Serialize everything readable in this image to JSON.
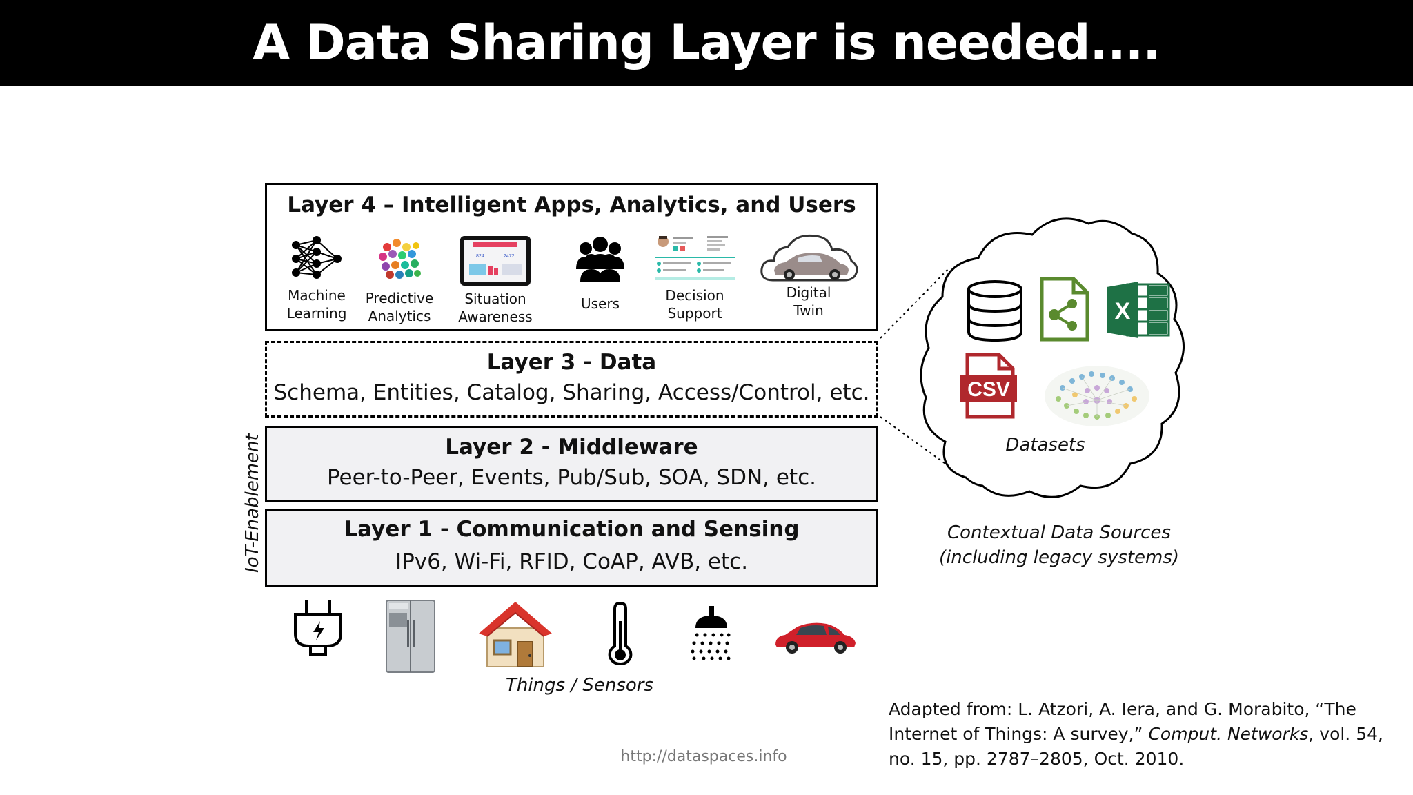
{
  "title": "A Data Sharing Layer is needed....",
  "layers": {
    "layer4": {
      "title": "Layer 4 – Intelligent Apps, Analytics, and Users"
    },
    "layer3": {
      "title": "Layer 3 - Data",
      "subtitle": "Schema, Entities, Catalog, Sharing, Access/Control, etc."
    },
    "layer2": {
      "title": "Layer 2 - Middleware",
      "subtitle": "Peer-to-Peer, Events, Pub/Sub, SOA, SDN,  etc."
    },
    "layer1": {
      "title": "Layer 1 - Communication and Sensing",
      "subtitle": "IPv6, Wi-Fi, RFID, CoAP, AVB, etc."
    }
  },
  "apps": [
    {
      "line1": "Machine",
      "line2": "Learning",
      "icon": "neural-network-icon"
    },
    {
      "line1": "Predictive",
      "line2": "Analytics",
      "icon": "data-cube-icon"
    },
    {
      "line1": "Situation",
      "line2": "Awareness",
      "icon": "dashboard-tablet-icon"
    },
    {
      "line1": "Users",
      "line2": "",
      "icon": "users-group-icon"
    },
    {
      "line1": "Decision",
      "line2": "Support",
      "icon": "decision-support-screen-icon"
    },
    {
      "line1": "Digital",
      "line2": "Twin",
      "icon": "car-in-cloud-icon"
    }
  ],
  "side_label": "IoT-Enablement",
  "things": {
    "label": "Things / Sensors",
    "icons": [
      "power-plug-icon",
      "refrigerator-icon",
      "house-icon",
      "thermometer-icon",
      "shower-head-icon",
      "car-icon"
    ]
  },
  "datasets": {
    "label": "Datasets",
    "icons": [
      "database-icon",
      "graph-file-icon",
      "excel-icon",
      "csv-file-icon",
      "linked-data-cloud-icon"
    ],
    "csv_text": "CSV",
    "excel_text": "X",
    "caption_line1": "Contextual Data Sources",
    "caption_line2": "(including legacy systems)"
  },
  "citation": {
    "line1": "Adapted from: L. Atzori, A. Iera, and G. Morabito, “The",
    "line2a": "Internet of Things: A survey,” ",
    "line2b": "Comput. Networks",
    "line2c": ", vol. 54,",
    "line3": "no. 15, pp. 2787–2805, Oct. 2010."
  },
  "url": "http://dataspaces.info",
  "colors": {
    "title_bar": "#000000",
    "csv_red": "#b0282d",
    "excel_green": "#1e7145",
    "graph_green": "#5a8a2e",
    "house_roof": "#d9342b",
    "car_red": "#d0202a"
  }
}
